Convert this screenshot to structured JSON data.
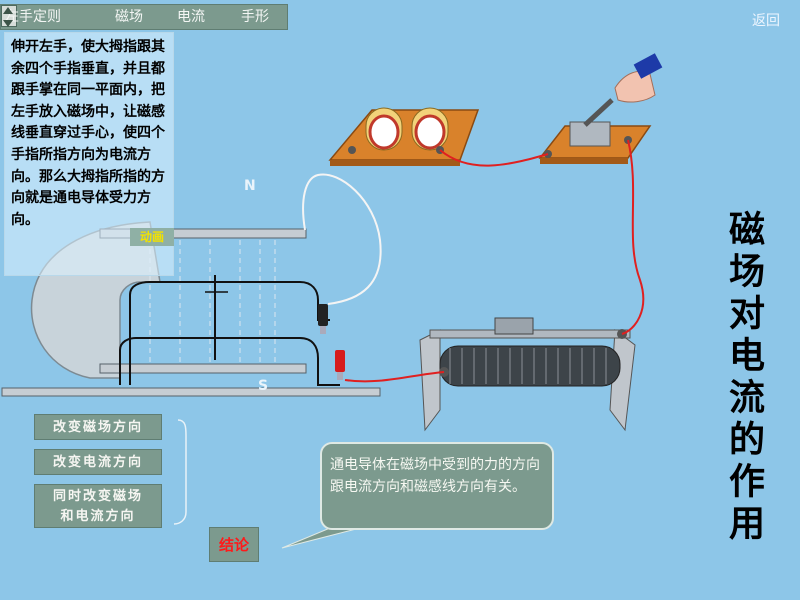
{
  "toolbar": {
    "left_hand_rule": "左手定则",
    "magnetic_field": "磁场",
    "current": "电流",
    "hand_shape": "手形"
  },
  "return_label": "返回",
  "instruction": {
    "text": "伸开左手，使大拇指跟其余四个手指垂直，并且都跟手掌在同一平面内，把左手放入磁场中，让磁感线垂直穿过手心，使四个手指所指方向为电流方向。那么大拇指所指的方向就是通电导体受力方向。",
    "tag": "动画"
  },
  "poles": {
    "north": "N",
    "south": "S"
  },
  "buttons": {
    "change_field": "改变磁场方向",
    "change_current": "改变电流方向",
    "change_both_line1": "同时改变磁场",
    "change_both_line2": "和电流方向",
    "conclusion": "结论"
  },
  "conclusion_text": "通电导体在磁场中受到的力的方向跟电流方向和磁感线方向有关。",
  "title_vertical": "磁场对电流的作用",
  "colors": {
    "background": "#8dc6e8",
    "button_fill": "#7c9a8e",
    "wire": "#e02020",
    "wood": "#d9822b"
  }
}
